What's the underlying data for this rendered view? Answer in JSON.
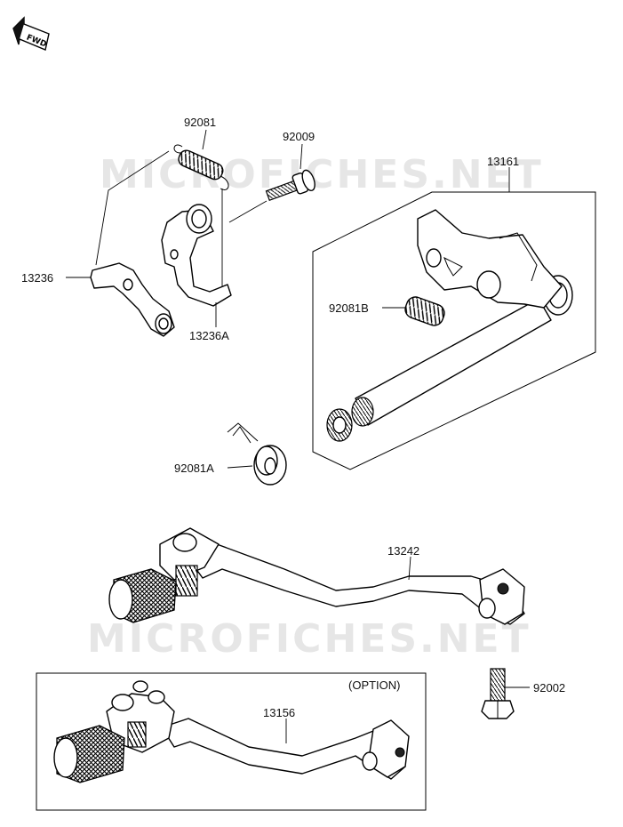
{
  "watermark": "MICROFICHES.NET",
  "fwd_badge": "FWD",
  "option_note": "(OPTION)",
  "labels": {
    "spring_92081": "92081",
    "bolt_92009": "92009",
    "assy_13161": "13161",
    "plate_13236": "13236",
    "plate_13236A": "13236A",
    "spring_92081B": "92081B",
    "spring_92081A": "92081A",
    "pedal_13242": "13242",
    "bolt_92002": "92002",
    "pedal_option_13156": "13156"
  },
  "colors": {
    "line": "#000000",
    "watermark": "#e6e6e6",
    "background": "#ffffff"
  }
}
